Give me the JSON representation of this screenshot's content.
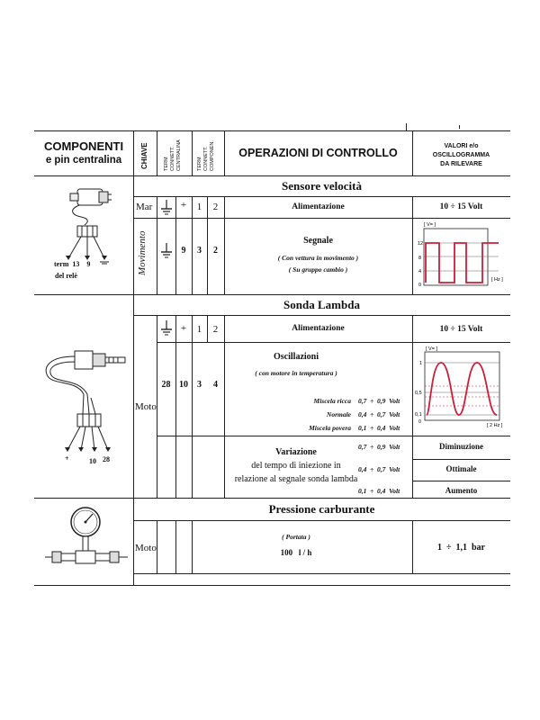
{
  "header": {
    "componenti_line1": "COMPONENTI",
    "componenti_line2": "e pin centralina",
    "chiave": "CHIAVE",
    "term_centralina": [
      "TERM",
      "CONNETT.",
      "CENTRALINA"
    ],
    "term_componenti": [
      "TERM",
      "CONNETT.",
      "COMPONEN."
    ],
    "operazioni": "OPERAZIONI DI CONTROLLO",
    "valori": [
      "VALORI e/o",
      "OSCILLOGRAMMA",
      "DA RILEVARE"
    ]
  },
  "sensore": {
    "title": "Sensore velocità",
    "mar": "Mar",
    "plus": "+",
    "pin1": "1",
    "pin2": "2",
    "alimentazione": "Alimentazione",
    "alim_value": "10  ÷  15  Volt",
    "movimento": "Movimento",
    "centr_pin": "9",
    "comp_pin1": "3",
    "comp_pin2": "2",
    "segnale": "Segnale",
    "segnale_note1": "( Con vettura in movimento )",
    "segnale_note2": "( Su gruppo cambio )",
    "term_label": "term  13    9",
    "rele_label": "del relè",
    "scope": {
      "y_unit": "[ V= ]",
      "x_unit": "[ Hz ]",
      "ticks": [
        "12",
        "8",
        "4",
        "0"
      ]
    }
  },
  "lambda": {
    "title": "Sonda Lambda",
    "plus": "+",
    "pin1": "1",
    "pin2": "2",
    "alimentazione": "Alimentazione",
    "alim_value": "10  ÷  15  Volt",
    "moto": "Moto",
    "centr_pins": [
      "28",
      "10"
    ],
    "comp_pins": [
      "3",
      "4"
    ],
    "oscillazioni": "Oscillazioni",
    "oscill_note": "( con motore in temperatura )",
    "miscele": [
      {
        "label": "Miscela ricca",
        "value": "0,7  ÷  0,9  Volt"
      },
      {
        "label": "Normale",
        "value": "0,4  ÷  0,7  Volt"
      },
      {
        "label": "Miscela povera",
        "value": "0,1  ÷  0,4  Volt"
      }
    ],
    "variazione_title": "Variazione",
    "variazione_line1": "del tempo di iniezione in",
    "variazione_line2": "relazione al segnale sonda lambda",
    "variazioni": [
      {
        "value": "0,7  ÷  0,9  Volt",
        "result": "Diminuzione"
      },
      {
        "value": "0,4  ÷  0,7  Volt",
        "result": "Ottimale"
      },
      {
        "value": "0,1  ÷  0,4  Volt",
        "result": "Aumento"
      }
    ],
    "connector_labels": [
      "+",
      "10",
      "28"
    ],
    "scope": {
      "y_unit": "[ V= ]",
      "x_unit": "[ 2 Hz ]",
      "ticks": [
        "1",
        "0,5",
        "0,1",
        "0"
      ]
    }
  },
  "pressione": {
    "title": "Pressione carburante",
    "moto": "Moto",
    "portata": "( Portata )",
    "portata_value": "100   l / h",
    "value": "1  ÷  1,1  bar"
  },
  "colors": {
    "line": "#222222",
    "signal": "#cc1f3a"
  }
}
